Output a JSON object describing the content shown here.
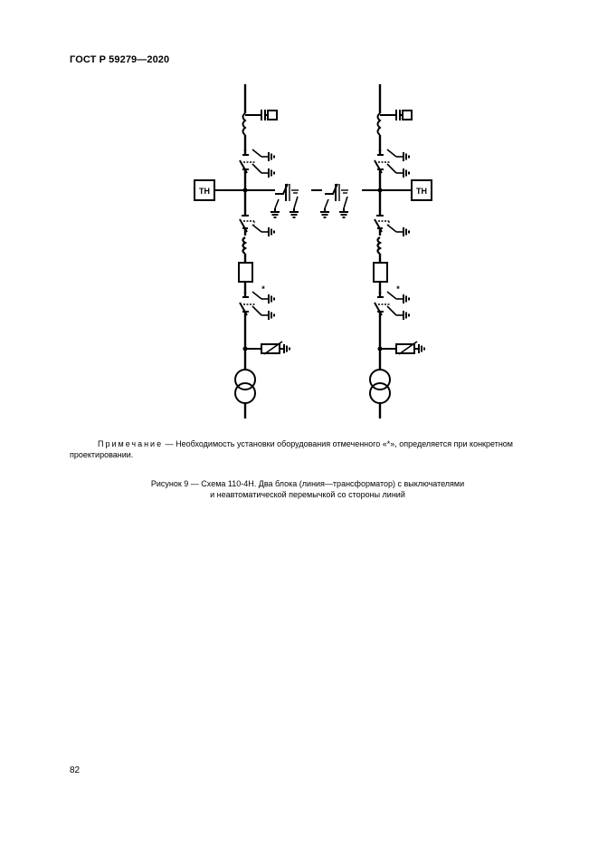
{
  "header": {
    "standard_id": "ГОСТ Р 59279—2020"
  },
  "diagram": {
    "left_vt_label": "ТН",
    "right_vt_label": "ТН",
    "optional_marker": "*",
    "elements": [
      "line-input",
      "high-frequency-trap",
      "coupling-capacitor-to-filter",
      "line-disconnector-with-earthing-blades",
      "busbar-node",
      "voltage-transformer",
      "non-automatic-jumper-disconnectors",
      "bus-disconnector-with-earthing-blade",
      "current-transformer",
      "circuit-breaker",
      "transformer-disconnector-with-earthing-blades",
      "surge-arrester",
      "power-transformer"
    ]
  },
  "note": {
    "label": "Примечание",
    "text": " — Необходимость установки оборудования отмеченного «*», определяется при конкретном проектировании."
  },
  "caption": {
    "line1": "Рисунок 9 — Схема 110-4Н. Два блока (линия—трансформатор) с выключателями",
    "line2": "и неавтоматической перемычкой со стороны линий"
  },
  "footer": {
    "page_number": "82"
  }
}
